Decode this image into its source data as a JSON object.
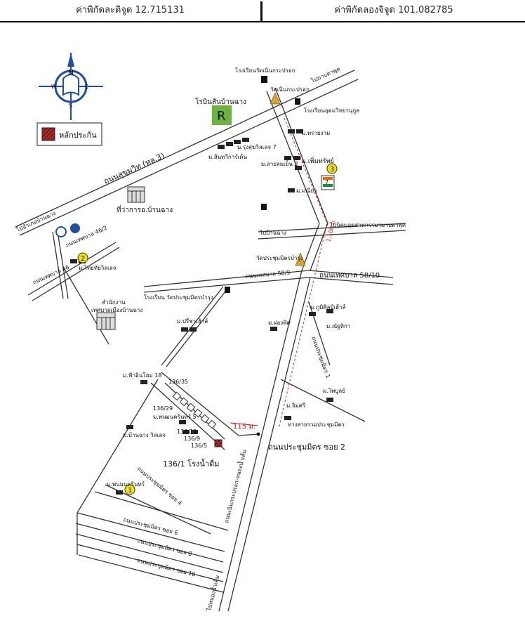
{
  "header": {
    "lat": "ค่าพิกัดละติจูด 12.715131",
    "lng": "ค่าพิกัดลองจิจูด 101.082785"
  },
  "legend": {
    "label": "หลักประกัน"
  },
  "compass": {
    "n": "N",
    "s": "S",
    "e": "E",
    "w": "W"
  },
  "labels": {
    "road_sukhumvit": "ถนนสุขุมวิท (ทล.3)",
    "to_banchang": "ไปอำเภอบ้านฉาง",
    "to_map_ta_phut_top": "ไปมาบตาพุด",
    "school_wat": "โรงเรียนวัดเนินกระปรอก",
    "wat_noen": "วัดเนินกระปรอก",
    "school_2": "โรงเรียนอุดมวิทยานุกูล",
    "robinson": "โรบินสันบ้านฉาง",
    "v_thara": "ม.ทรายงาม",
    "v_phermsub": "ม.เพิ่มทรัพย์",
    "v_rungwit": "ม.รุ่งสุขวิลเลจ 7",
    "v_sinthavee": "ม.สินทวีการ์เด้น",
    "v_sai": "ม.สายลมเย็น 2",
    "v_mai": "ม.มณียา",
    "amphoe": "ที่ว่าการอ.บ้านฉาง",
    "to_map_ta_phut": "ไปนิคมอุตสาหกรรมฯมาบตาพุด",
    "to_rayong": "ไปบ้านฉาง",
    "rd_46_2": "ถนนเทศบาล 46/2",
    "rd_46": "ถนนเทศบาล 46",
    "v_thanya": "ม.ไทยทัยวิลเลจ",
    "wat_pracha": "วัดประชุมมิตรบำรุง",
    "rd_58_9": "ถนนเทศบาล 58/9",
    "rd_58_10": "ถนนเทศบาล 58/10",
    "office": "สำนักงาน",
    "municipal": "เทศบาลเมืองบ้านฉาง",
    "school_pracha": "โรงเรียน วัดประชุมมิตรบำรุง",
    "v_preecha": "ม.ปรีชาเฮ้าส์",
    "v_poonsap": "ม.ภูมิศิลป์เฮ้าส์",
    "v_chaokhun": "ม.ผ่องพิศ",
    "v_natthika": "ม.ณัฐทิกา",
    "rd_pracha_1": "ถนนประชุมมิตร 1",
    "v_faihome": "ม.ฟ้าอินโฮม 18",
    "h_136_35": "136/35",
    "h_136_29": "136/29",
    "h_136_13": "136/13",
    "h_136_9": "136/9",
    "h_136_5": "136/5",
    "v_panomnakhon5": "ม.พนมนครินทร์ 5",
    "v_banchan": "ม.บ้านฉาง วิลเลจ",
    "v_maiboon": "ม.ไพบูลย์",
    "v_chimsri": "ม.จิมศรี",
    "lane_to": "ทางสายรวมประชุมมิตร",
    "dist_115": "115 ม.",
    "rd_pracha_soi2": "ถนนประชุมมิตร ซอย 2",
    "subject": "136/1 โรงน้ำดื่ม",
    "v_panomkarin": "ม.พนมนครินทร์",
    "rd_pracha_soi4": "ถนนประชุมมิตร ซอย 4",
    "rd_noen": "ถนนเนินกระปรอก-หนองน้ำเค็ม",
    "rd_pracha_soi6": "ถนนประชุมมิตร ซอย 6",
    "rd_pracha_soi8": "ถนนประชุมมิตร ซอย 8",
    "rd_pracha_soi10": "ถนนประชุมมิตร ซอย 10",
    "to_noen_bottom": "ไปหนองน้ำเค็ม",
    "dist_1100": "1,100 ม.",
    "n1": "1",
    "n2": "2",
    "n3": "3"
  },
  "colors": {
    "road": "#333333",
    "marker": "#8b1a1a",
    "legend_hatch": "#7a1414",
    "circle": "#f2e20a",
    "dashed": "#d11a1a",
    "robinson": "#6cb33f",
    "compass": "#1f4ea3"
  }
}
